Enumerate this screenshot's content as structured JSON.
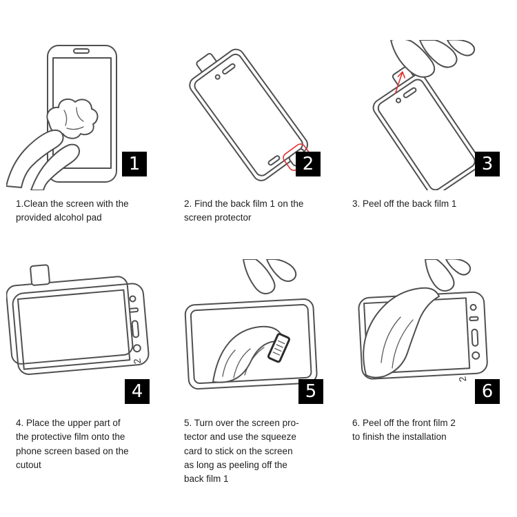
{
  "title": "screen-protector-installation-instructions",
  "colors": {
    "background": "#ffffff",
    "line": "#4f4f4f",
    "badge_bg": "#000000",
    "badge_text": "#ffffff",
    "highlight_red": "#e03030"
  },
  "steps": [
    {
      "number": "1",
      "caption": "1.Clean the screen with the\nprovided alcohol pad"
    },
    {
      "number": "2",
      "caption": "2. Find the back film 1 on the\nscreen protector"
    },
    {
      "number": "3",
      "caption": "3. Peel off the back film 1"
    },
    {
      "number": "4",
      "caption": "4. Place the upper part of\nthe protective film onto the\nphone screen based on the\ncutout",
      "film_label": "2"
    },
    {
      "number": "5",
      "caption": "5. Turn over the screen pro-\ntector and use the squeeze\ncard to stick on the screen\nas long as peeling off the\nback film 1"
    },
    {
      "number": "6",
      "caption": "6. Peel off the front film 2\nto finish the installation",
      "film_label": "2"
    }
  ]
}
